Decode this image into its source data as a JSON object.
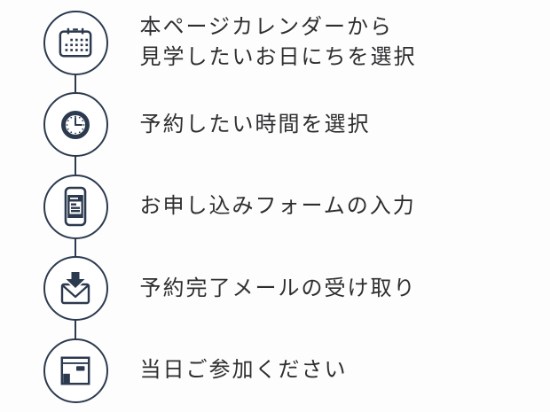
{
  "title": "reservation-flow-steps",
  "colors": {
    "accent": "#2c3a4f",
    "text": "#2e2e30",
    "background": "#fdfdfd"
  },
  "steps": [
    {
      "icon": "calendar-icon",
      "lines": [
        "本ページカレンダーから",
        "見学したいお日にちを選択"
      ]
    },
    {
      "icon": "clock-icon",
      "lines": [
        "予約したい時間を選択"
      ]
    },
    {
      "icon": "smartphone-form-icon",
      "lines": [
        "お申し込みフォームの入力"
      ]
    },
    {
      "icon": "mail-receive-icon",
      "lines": [
        "予約完了メールの受け取り"
      ]
    },
    {
      "icon": "attend-room-icon",
      "lines": [
        "当日ご参加ください"
      ]
    }
  ]
}
